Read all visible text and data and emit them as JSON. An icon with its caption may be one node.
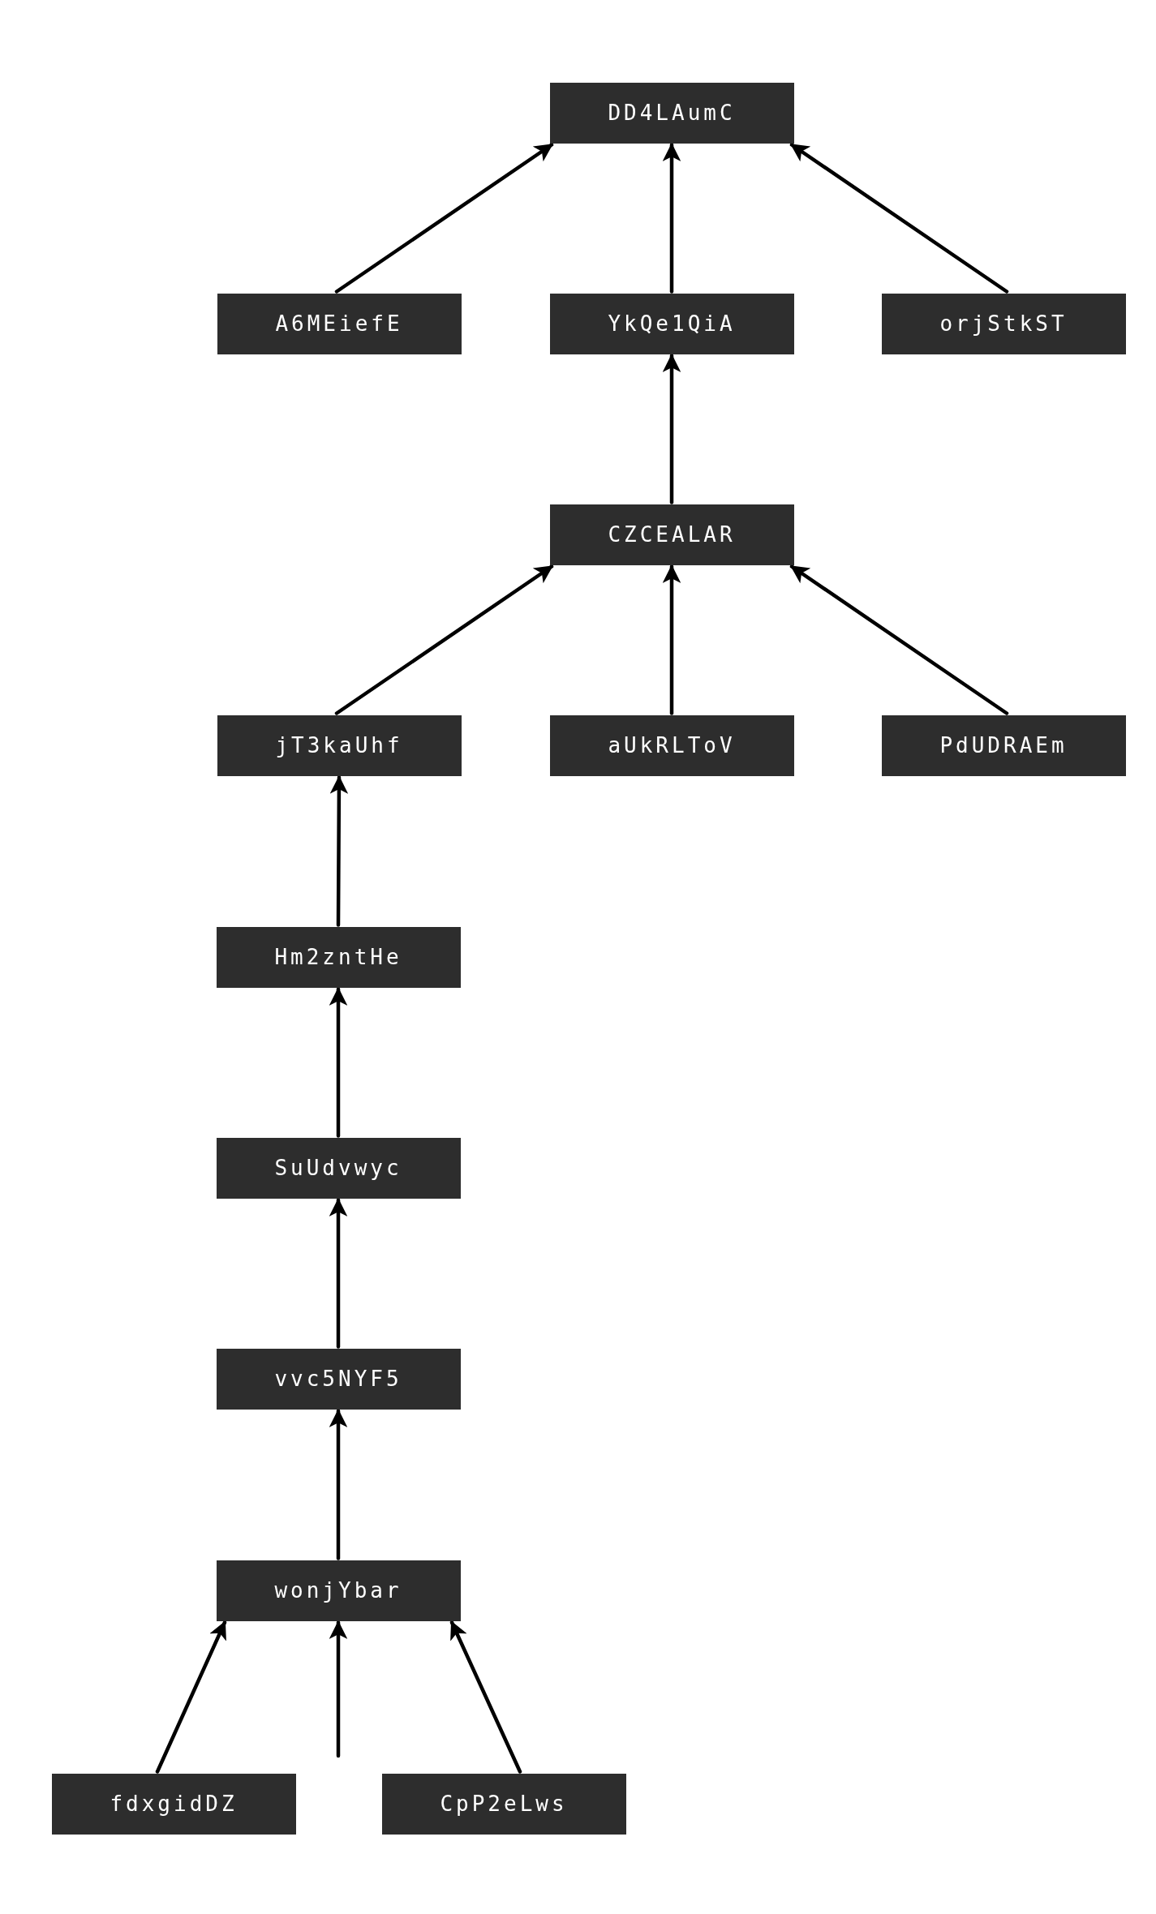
{
  "diagram": {
    "nodes": [
      {
        "text": [
          "DD4LAumC"
        ]
      },
      {
        "text": [
          "A6MEiefE"
        ]
      },
      {
        "text": [
          "YkQe1QiA"
        ]
      },
      {
        "text": [
          "orjStkST"
        ]
      },
      {
        "text": [
          "CZCEALAR"
        ]
      },
      {
        "text": [
          "jT3kaUhf"
        ]
      },
      {
        "text": [
          "aUkRLToV"
        ]
      },
      {
        "text": [
          "PdUDRAEm"
        ]
      },
      {
        "text": [
          "Hm2zntHe"
        ]
      },
      {
        "text": [
          "SuUdvwyc"
        ]
      },
      {
        "text": [
          "vvc5NYF5"
        ]
      },
      {
        "text": [
          "wonjYbar"
        ]
      },
      {
        "text": [
          "fdxgidDZ"
        ]
      },
      {
        "text": [
          "CpP2eLws"
        ]
      }
    ],
    "edges": [
      {
        "from": 1,
        "to": 0,
        "arrow": "to"
      },
      {
        "from": 2,
        "to": 0,
        "arrow": "to"
      },
      {
        "from": 3,
        "to": 0,
        "arrow": "to"
      },
      {
        "from": 4,
        "to": 2,
        "arrow": "to"
      },
      {
        "from": 5,
        "to": 4,
        "arrow": "to"
      },
      {
        "from": 6,
        "to": 4,
        "arrow": "to"
      },
      {
        "from": 7,
        "to": 4,
        "arrow": "to"
      },
      {
        "from": 8,
        "to": 5,
        "arrow": "to"
      },
      {
        "from": 9,
        "to": 8,
        "arrow": "to"
      },
      {
        "from": 10,
        "to": 9,
        "arrow": "to"
      },
      {
        "from": 11,
        "to": 10,
        "arrow": "to"
      },
      {
        "from": 12,
        "to": 11,
        "arrow": "to"
      },
      {
        "from": null,
        "to": 11,
        "arrow": "to"
      },
      {
        "from": 13,
        "to": 11,
        "arrow": "to"
      }
    ]
  }
}
